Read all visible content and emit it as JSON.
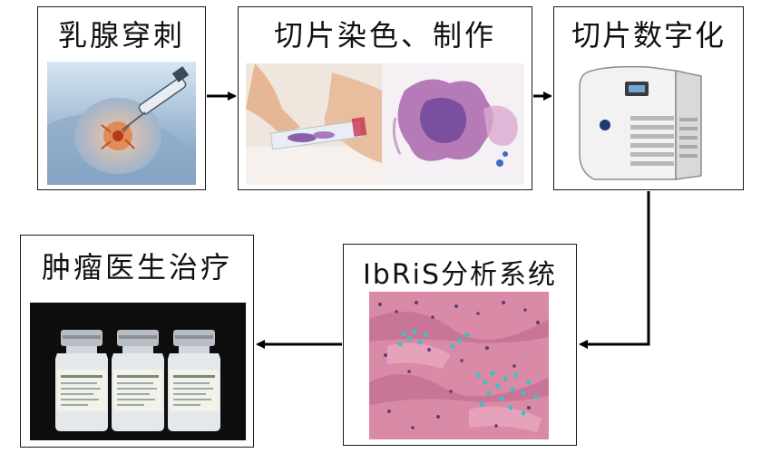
{
  "steps": [
    {
      "title": "乳腺穿刺",
      "illustration": "breast-biopsy-needle"
    },
    {
      "title": "切片染色、制作",
      "illustration": "slide-preparation-and-stained-tissue"
    },
    {
      "title": "切片数字化",
      "illustration": "slide-scanner-device"
    },
    {
      "title": "IbRiS分析系统",
      "illustration": "annotated-histology-image"
    },
    {
      "title": "肿瘤医生治疗",
      "illustration": "medicine-vials"
    }
  ],
  "colors": {
    "border": "#1a1a1a",
    "arrow": "#000000",
    "stain_pink": "#d98aa6",
    "stain_purple": "#7b4fa0",
    "marker_cyan": "#35c6c2"
  }
}
